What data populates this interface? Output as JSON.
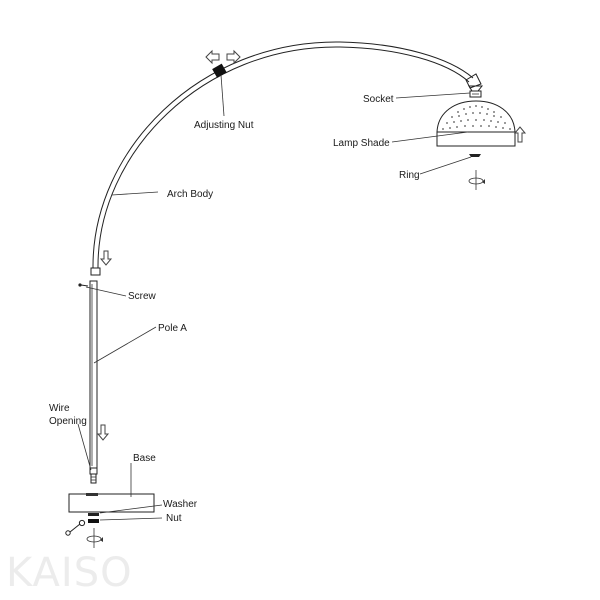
{
  "diagram": {
    "labels": {
      "adjusting_nut": "Adjusting Nut",
      "arch_body": "Arch Body",
      "socket": "Socket",
      "lamp_shade": "Lamp Shade",
      "ring": "Ring",
      "screw": "Screw",
      "pole_a": "Pole A",
      "wire_opening_line1": "Wire",
      "wire_opening_line2": "Opening",
      "base": "Base",
      "washer": "Washer",
      "nut": "Nut"
    },
    "watermark": "KAISO",
    "icons": [
      "double-arrow-icon",
      "down-arrow-icon",
      "up-arrow-icon",
      "rotate-icon",
      "wrench-icon"
    ]
  }
}
